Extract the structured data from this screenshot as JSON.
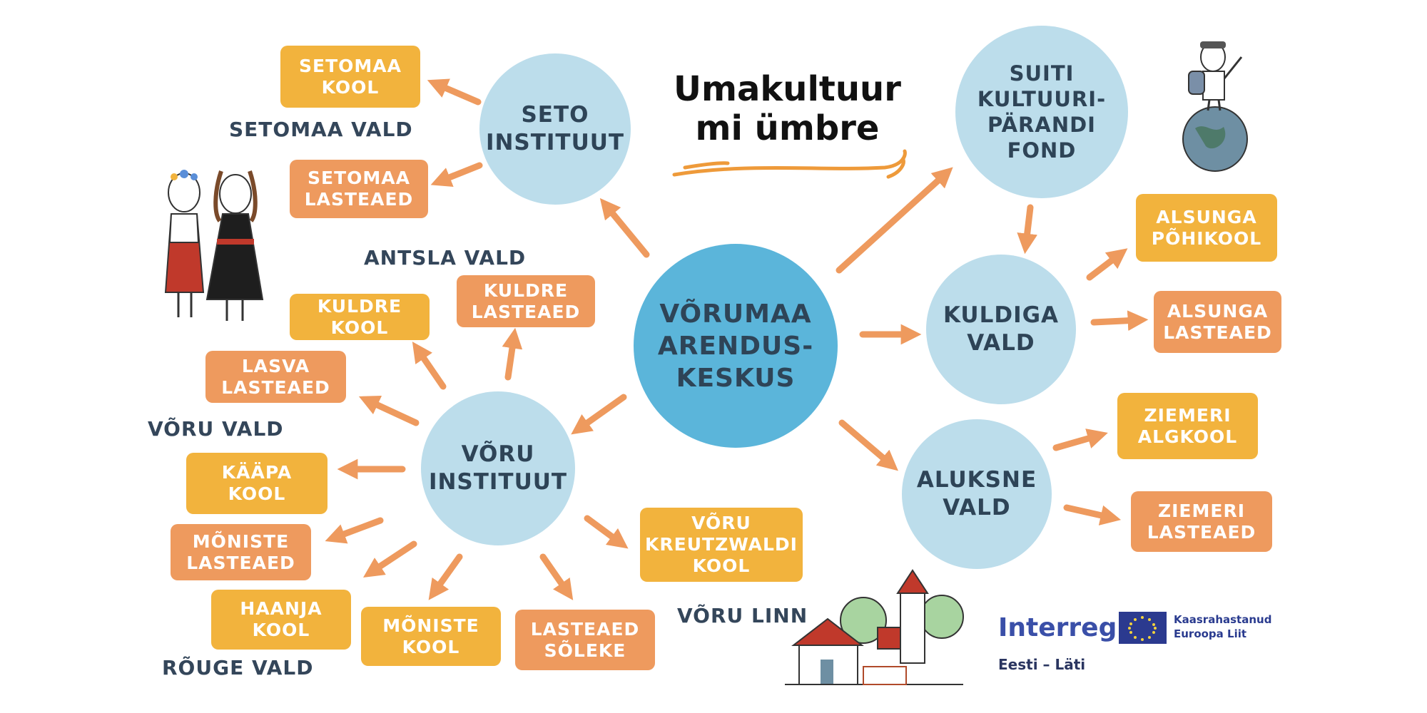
{
  "title": "Umakultuur\nmi ümbre",
  "colors": {
    "yellow": "#F2B33D",
    "orange": "#EE9A5E",
    "circle": "#BCDDEB",
    "center": "#5BB5DA",
    "arrow": "#EE9A5E"
  },
  "circles": {
    "center": "VÕRUMAA\nARENDUS-\nKESKUS",
    "seto": "SETO\nINSTITUUT",
    "suiti": "SUITI\nKULTUURI-\nPÄRANDI\nFOND",
    "kuldiga": "KULDIGA\nVALD",
    "aluksne": "ALUKSNE\nVALD",
    "voru": "VÕRU\nINSTITUUT"
  },
  "boxes": {
    "setomaa_kool": "SETOMAA\nKOOL",
    "setomaa_lasteaed": "SETOMAA\nLASTEAED",
    "kuldre_kool": "KULDRE KOOL",
    "kuldre_lasteaed": "KULDRE\nLASTEAED",
    "lasva_lasteaed": "LASVA\nLASTEAED",
    "kaapa_kool": "KÄÄPA\nKOOL",
    "moniste_lasteaed": "MÕNISTE\nLASTEAED",
    "haanja_kool": "HAANJA\nKOOL",
    "moniste_kool": "MÕNISTE\nKOOL",
    "lasteaed_soleke": "LASTEAED\nSÕLEKE",
    "kreutzwaldi": "VÕRU\nKREUTZWALDI\nKOOL",
    "alsunga_pohikool": "ALSUNGA\nPÕHIKOOL",
    "alsunga_lasteaed": "ALSUNGA\nLASTEAED",
    "ziemeri_algkool": "ZIEMERI\nALGKOOL",
    "ziemeri_lasteaed": "ZIEMERI\nLASTEAED"
  },
  "labels": {
    "setomaa_vald": "SETOMAA VALD",
    "antsla_vald": "ANTSLA VALD",
    "voru_vald": "VÕRU VALD",
    "rouge_vald": "RÕUGE VALD",
    "voru_linn": "VÕRU LINN"
  },
  "logos": {
    "interreg": "Interreg",
    "program": "Eesti – Läti",
    "eu": "Kaasrahastanud\nEuroopa Liit"
  }
}
